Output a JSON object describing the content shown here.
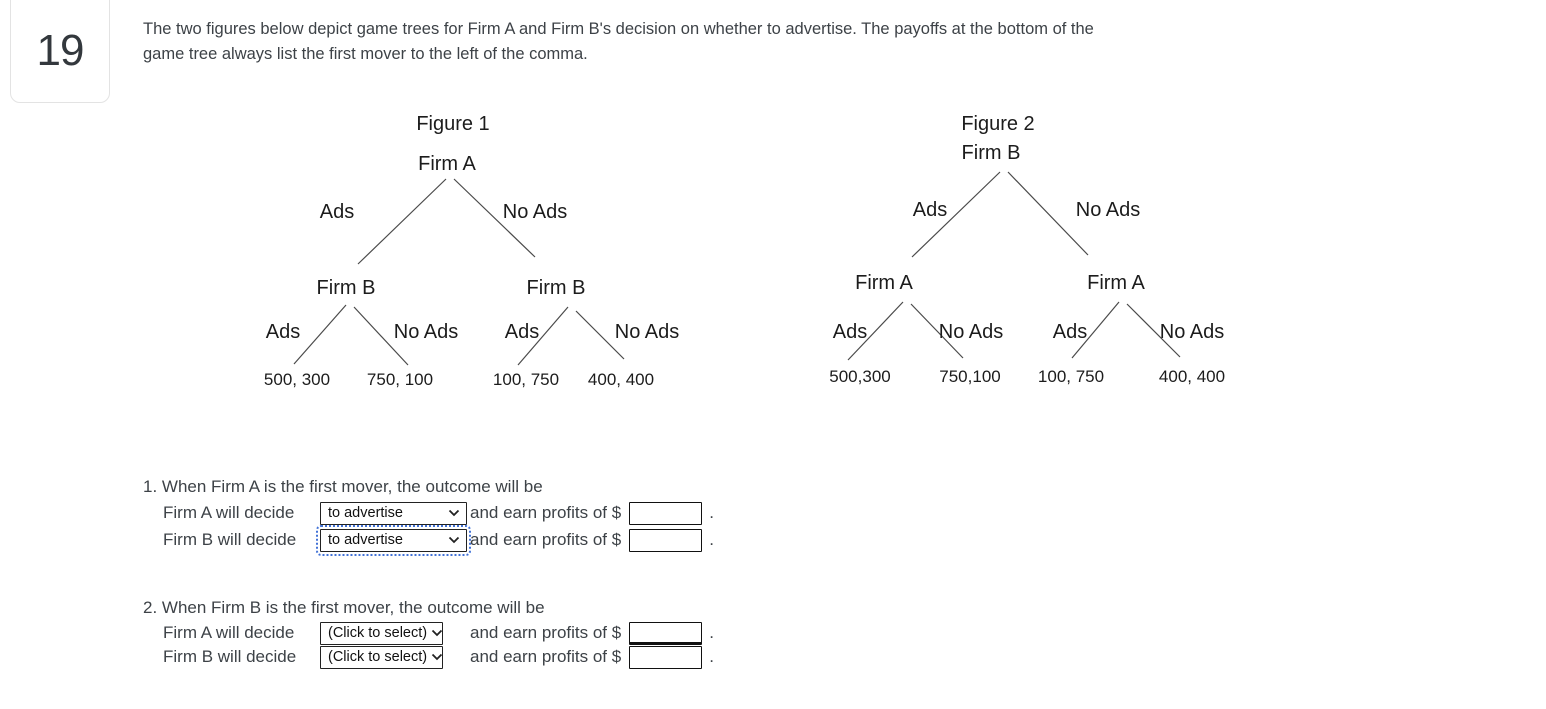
{
  "colors": {
    "focus_outline": "#4272d7",
    "body_text": "#3d4247",
    "tree_text": "#1c1c1c",
    "card_border": "#e3e3e3",
    "branch_line": "#4a4a4a"
  },
  "question": {
    "number": "19",
    "text_line1": "The two figures below depict game trees for Firm A and Firm B's decision on whether to advertise. The payoffs at the bottom of the",
    "text_line2": "game tree always list the first mover to the left of the comma."
  },
  "figure1": {
    "title": "Figure 1",
    "root": "Firm A",
    "branch_left": "Ads",
    "branch_right": "No Ads",
    "node_left": "Firm B",
    "node_right": "Firm B",
    "branch_ll": "Ads",
    "branch_lr": "No Ads",
    "branch_rl": "Ads",
    "branch_rr": "No Ads",
    "payoff_ll": "500, 300",
    "payoff_lr": "750, 100",
    "payoff_rl": "100, 750",
    "payoff_rr": "400, 400"
  },
  "figure2": {
    "title": "Figure 2",
    "root": "Firm B",
    "branch_left": "Ads",
    "branch_right": "No Ads",
    "node_left": "Firm A",
    "node_right": "Firm A",
    "branch_ll": "Ads",
    "branch_lr": "No Ads",
    "branch_rl": "Ads",
    "branch_rr": "No Ads",
    "payoff_ll": "500,300",
    "payoff_lr": "750,100",
    "payoff_rl": "100, 750",
    "payoff_rr": "400, 400"
  },
  "q1": {
    "heading": "1. When Firm A is the first mover, the outcome will be",
    "rows": [
      {
        "label": "Firm A will decide",
        "select_value": "to advertise",
        "suffix": "and earn profits of $",
        "input_value": "",
        "period": "."
      },
      {
        "label": "Firm B will decide",
        "select_value": "to advertise",
        "suffix": "and earn profits of $",
        "input_value": "",
        "period": "."
      }
    ]
  },
  "q2": {
    "heading": "2. When Firm B is the first mover, the outcome will be",
    "rows": [
      {
        "label": "Firm A will decide",
        "select_value": "(Click to select)",
        "suffix": "and earn profits of $",
        "input_value": "",
        "period": "."
      },
      {
        "label": "Firm B will decide",
        "select_value": "(Click to select)",
        "suffix": "and earn profits of $",
        "input_value": "",
        "period": "."
      }
    ]
  }
}
